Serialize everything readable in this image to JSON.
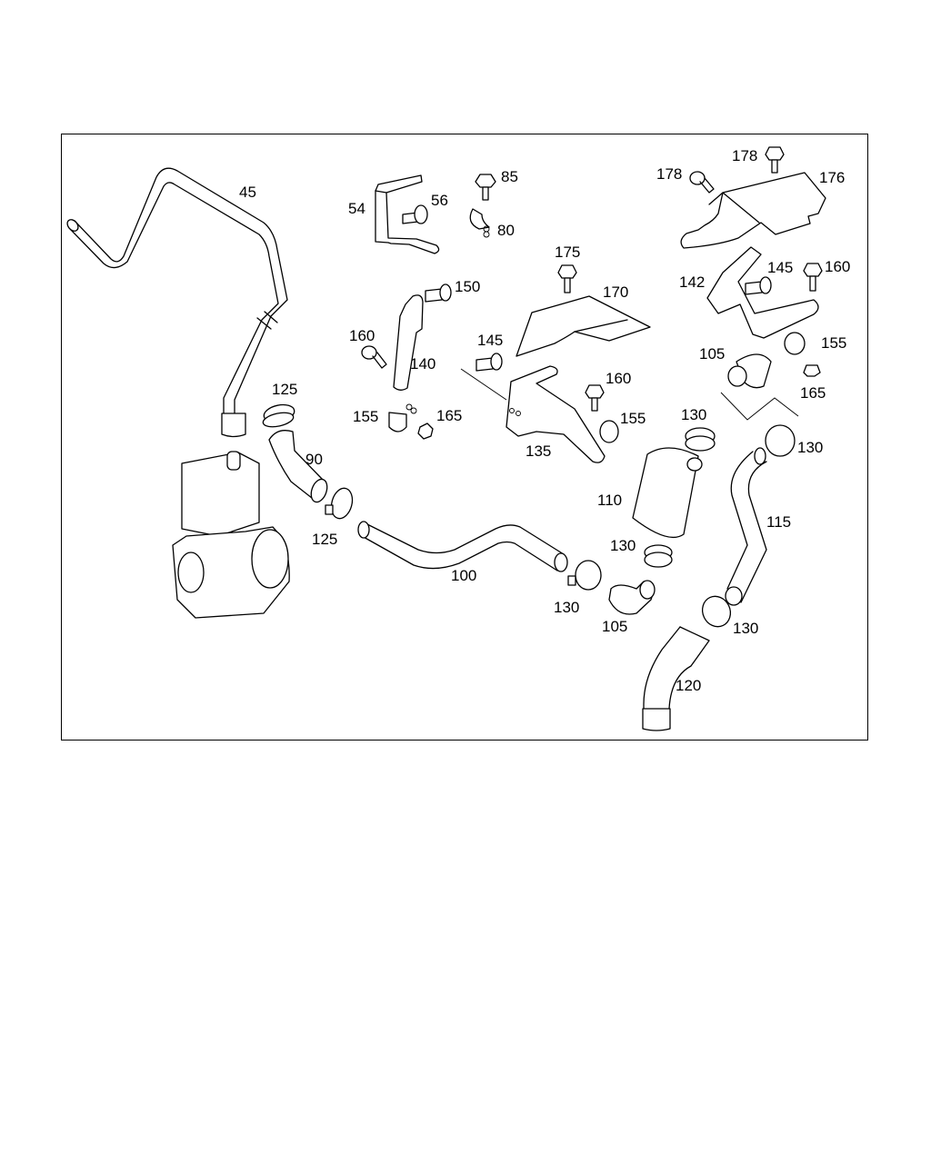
{
  "diagram": {
    "type": "exploded-parts-view",
    "subject": "air compressor hoses, lines, brackets and clamps",
    "callouts": [
      {
        "id": "c45",
        "label": "45",
        "part": "hose-line"
      },
      {
        "id": "c54",
        "label": "54",
        "part": "bracket"
      },
      {
        "id": "c56",
        "label": "56",
        "part": "bolt"
      },
      {
        "id": "c85",
        "label": "85",
        "part": "bolt"
      },
      {
        "id": "c80",
        "label": "80",
        "part": "clip"
      },
      {
        "id": "c178a",
        "label": "178",
        "part": "bolt"
      },
      {
        "id": "c178b",
        "label": "178",
        "part": "bolt"
      },
      {
        "id": "c176",
        "label": "176",
        "part": "heat-shield"
      },
      {
        "id": "c175",
        "label": "175",
        "part": "bolt"
      },
      {
        "id": "c170",
        "label": "170",
        "part": "heat-shield"
      },
      {
        "id": "c150",
        "label": "150",
        "part": "bolt"
      },
      {
        "id": "c142",
        "label": "142",
        "part": "bracket"
      },
      {
        "id": "c145a",
        "label": "145",
        "part": "bolt"
      },
      {
        "id": "c160a",
        "label": "160",
        "part": "bolt"
      },
      {
        "id": "c160b",
        "label": "160",
        "part": "bolt"
      },
      {
        "id": "c140",
        "label": "140",
        "part": "bracket-strap"
      },
      {
        "id": "c145b",
        "label": "145",
        "part": "bolt"
      },
      {
        "id": "c155a",
        "label": "155",
        "part": "clip"
      },
      {
        "id": "c105a",
        "label": "105",
        "part": "elbow"
      },
      {
        "id": "c165a",
        "label": "165",
        "part": "nut"
      },
      {
        "id": "c125a",
        "label": "125",
        "part": "hose-clamp"
      },
      {
        "id": "c155b",
        "label": "155",
        "part": "clip"
      },
      {
        "id": "c165b",
        "label": "165",
        "part": "nut"
      },
      {
        "id": "c160c",
        "label": "160",
        "part": "bolt"
      },
      {
        "id": "c155c",
        "label": "155",
        "part": "clip"
      },
      {
        "id": "c130a",
        "label": "130",
        "part": "hose-clamp"
      },
      {
        "id": "c130b",
        "label": "130",
        "part": "hose-clamp"
      },
      {
        "id": "c90",
        "label": "90",
        "part": "hose"
      },
      {
        "id": "c135",
        "label": "135",
        "part": "bracket"
      },
      {
        "id": "c110",
        "label": "110",
        "part": "tank"
      },
      {
        "id": "c115",
        "label": "115",
        "part": "hose"
      },
      {
        "id": "c125b",
        "label": "125",
        "part": "hose-clamp"
      },
      {
        "id": "c130c",
        "label": "130",
        "part": "hose-clamp"
      },
      {
        "id": "c100",
        "label": "100",
        "part": "pipe"
      },
      {
        "id": "c130d",
        "label": "130",
        "part": "hose-clamp"
      },
      {
        "id": "c105b",
        "label": "105",
        "part": "elbow"
      },
      {
        "id": "c130e",
        "label": "130",
        "part": "hose-clamp"
      },
      {
        "id": "c120",
        "label": "120",
        "part": "pipe"
      }
    ]
  }
}
